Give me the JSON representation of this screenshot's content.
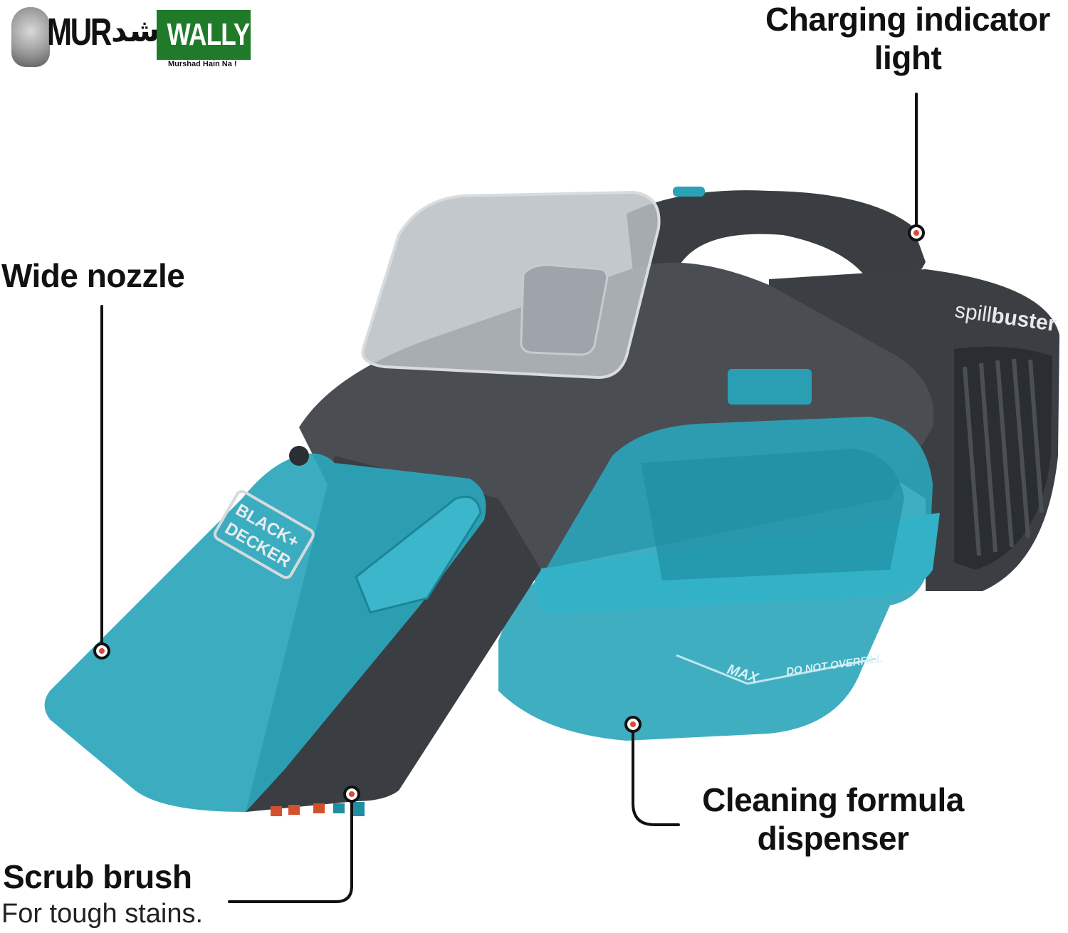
{
  "logo": {
    "name_left": "MUR",
    "name_urdu": "شد",
    "name_right": "WALLY",
    "tagline": "Murshad Hain Na !"
  },
  "product": {
    "brand_badge_line1": "BLACK+",
    "brand_badge_line2": "DECKER",
    "model_prefix": "spill",
    "model_suffix": "buster",
    "tank_max": "MAX",
    "tank_warning": "DO NOT OVERFILL"
  },
  "callouts": {
    "charging": {
      "line1": "Charging indicator",
      "line2": "light"
    },
    "nozzle": {
      "title": "Wide nozzle"
    },
    "dispenser": {
      "line1": "Cleaning formula",
      "line2": "dispenser"
    },
    "brush": {
      "title": "Scrub brush",
      "subtitle": "For tough stains."
    }
  },
  "colors": {
    "teal": "#2aa3b8",
    "teal_dark": "#17798a",
    "body_gray": "#3e4247",
    "body_dark": "#2b2e32",
    "marker_red": "#e0463a"
  }
}
